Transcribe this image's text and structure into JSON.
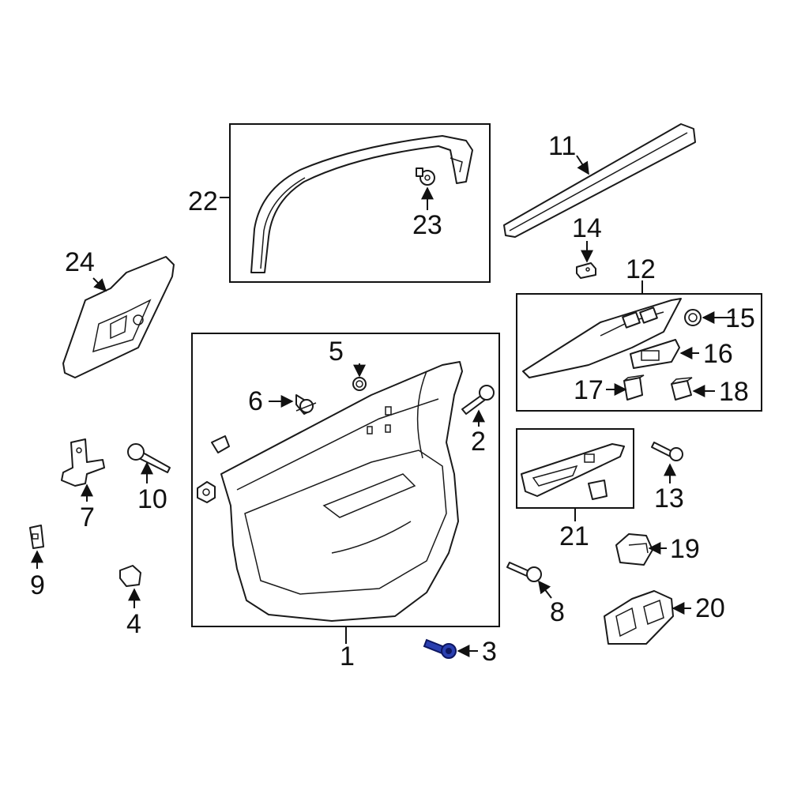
{
  "diagram": {
    "callouts": {
      "c1": "1",
      "c2": "2",
      "c3": "3",
      "c4": "4",
      "c5": "5",
      "c6": "6",
      "c7": "7",
      "c8": "8",
      "c9": "9",
      "c10": "10",
      "c11": "11",
      "c12": "12",
      "c13": "13",
      "c14": "14",
      "c15": "15",
      "c16": "16",
      "c17": "17",
      "c18": "18",
      "c19": "19",
      "c20": "20",
      "c21": "21",
      "c22": "22",
      "c23": "23",
      "c24": "24"
    },
    "highlighted_part": "3",
    "colors": {
      "highlight": "#2a3fb0",
      "line": "#1a1a1a",
      "background": "#ffffff"
    }
  }
}
